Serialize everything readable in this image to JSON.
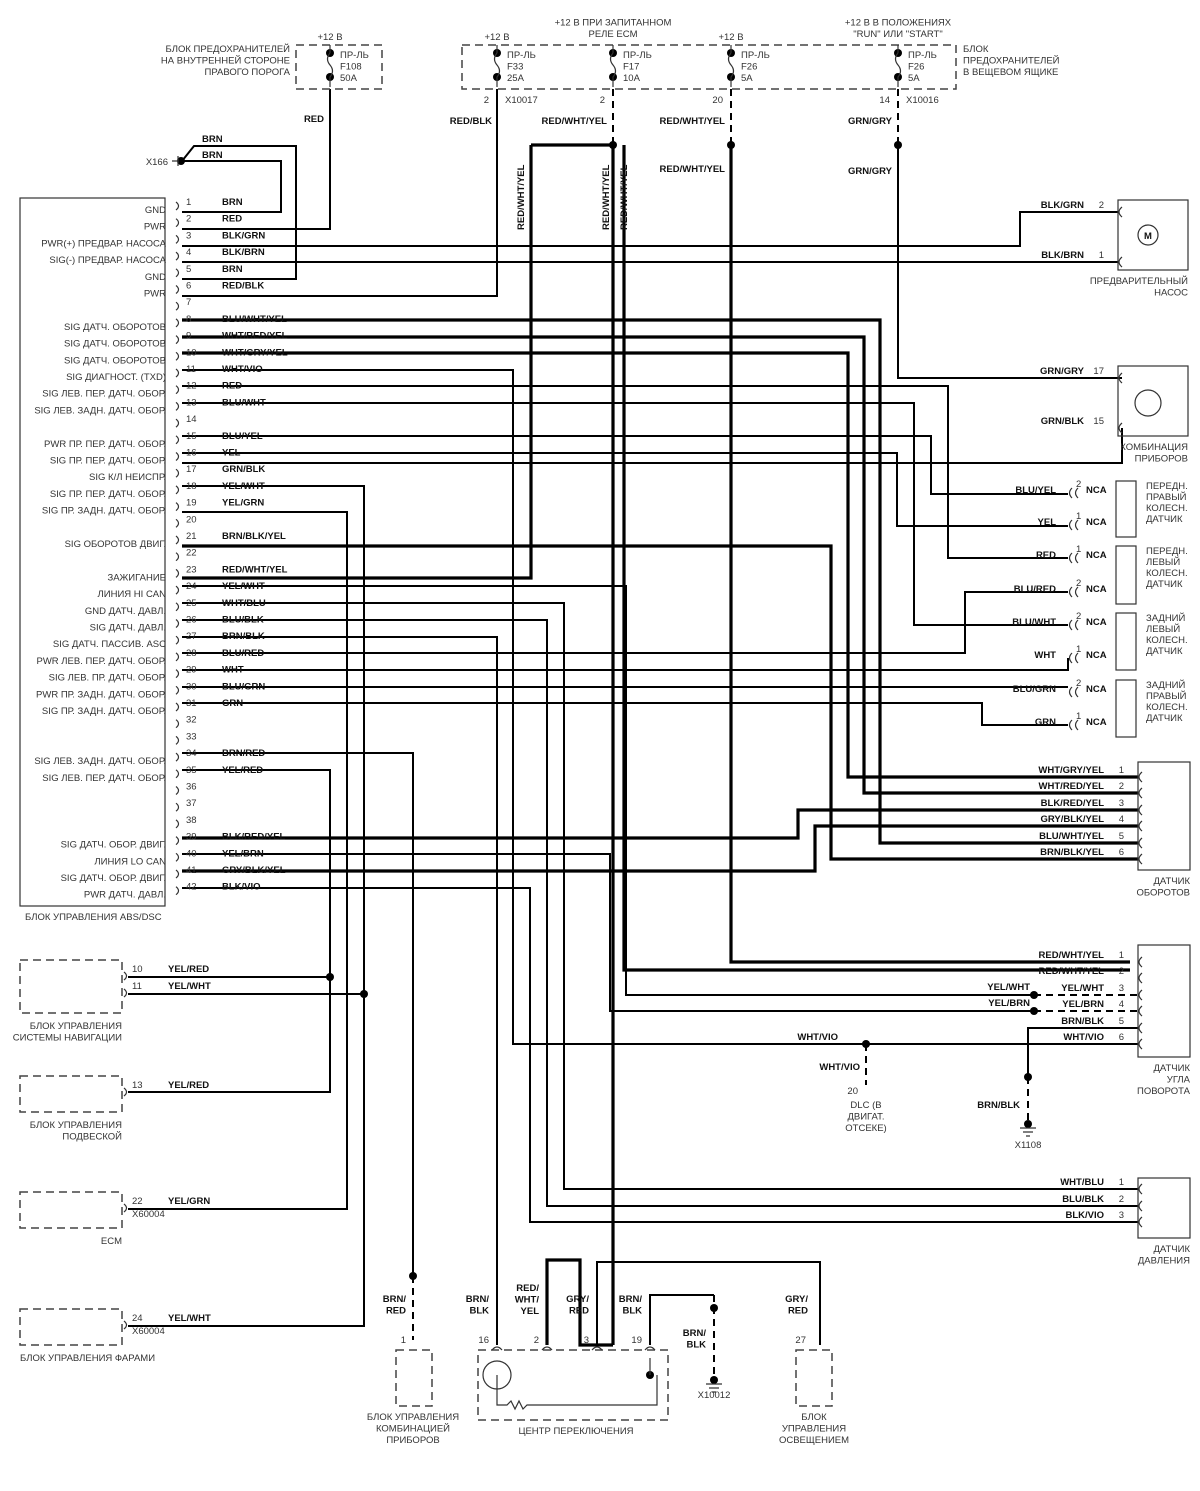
{
  "top_supplies": {
    "fuse_f108": {
      "supply": "+12 В",
      "label": "ПР-ЛЬ",
      "id": "F108",
      "rating": "50A",
      "wire": "RED",
      "block": [
        "БЛОК ПРЕДОХРАНИТЕЛЕЙ",
        "НА ВНУТРЕННЕЙ СТОРОНЕ",
        "ПРАВОГО ПОРОГА"
      ]
    },
    "fuse_f33": {
      "supply": "+12 В",
      "label": "ПР-ЛЬ",
      "id": "F33",
      "rating": "25A",
      "pin": "2",
      "connector": "X10017",
      "wire": "RED/BLK"
    },
    "fuse_f17": {
      "supply": [
        "+12 В ПРИ  ЗАПИТАННОМ",
        "РЕЛЕ ECM"
      ],
      "label": "ПР-ЛЬ",
      "id": "F17",
      "rating": "10A",
      "pin": "2",
      "wire": "RED/WHT/YEL"
    },
    "fuse_f26a": {
      "supply": "+12 В",
      "label": "ПР-ЛЬ",
      "id": "F26",
      "rating": "5A",
      "pin": "20",
      "wire": "RED/WHT/YEL",
      "wire2": "RED/WHT/YEL"
    },
    "fuse_f26b": {
      "supply": [
        "+12 В В ПОЛОЖЕНИЯХ",
        "\"RUN\" ИЛИ  \"START\""
      ],
      "label": "ПР-ЛЬ",
      "id": "F26",
      "rating": "5A",
      "pin": "14",
      "connector": "X10016",
      "wire": "GRN/GRY",
      "wire2": "GRN/GRY"
    },
    "glovebox_block": [
      "БЛОК",
      "ПРЕДОХРАНИТЕЛЕЙ",
      "В ВЕЩЕВОМ ЯЩИКЕ"
    ],
    "vertical_labels": [
      "RED/WHT/YEL",
      "RED/WHT/YEL",
      "RED/WHT/YEL"
    ]
  },
  "ground_x166": {
    "id": "X166",
    "wire1": "BRN",
    "wire2": "BRN"
  },
  "abs_module": {
    "title": "БЛОК УПРАВЛЕНИЯ ABS/DSC",
    "pins": [
      {
        "n": "1",
        "wire": "BRN",
        "func": "GND"
      },
      {
        "n": "2",
        "wire": "RED",
        "func": "PWR"
      },
      {
        "n": "3",
        "wire": "BLK/GRN",
        "func": "PWR(+) ПРЕДВАР. НАСОСА"
      },
      {
        "n": "4",
        "wire": "BLK/BRN",
        "func": "SIG(-) ПРЕДВАР. НАСОСА"
      },
      {
        "n": "5",
        "wire": "BRN",
        "func": "GND"
      },
      {
        "n": "6",
        "wire": "RED/BLK",
        "func": "PWR"
      },
      {
        "n": "7",
        "wire": "",
        "func": ""
      },
      {
        "n": "8",
        "wire": "BLU/WHT/YEL",
        "func": "SIG ДАТЧ. ОБОРОТОВ"
      },
      {
        "n": "9",
        "wire": "WHT/RED/YEL",
        "func": "SIG ДАТЧ. ОБОРОТОВ"
      },
      {
        "n": "10",
        "wire": "WHT/GRY/YEL",
        "func": "SIG ДАТЧ. ОБОРОТОВ"
      },
      {
        "n": "11",
        "wire": "WHT/VIO",
        "func": "SIG ДИАГНОСТ. (TXD)"
      },
      {
        "n": "12",
        "wire": "RED",
        "func": "SIG ЛЕВ. ПЕР. ДАТЧ. ОБОР."
      },
      {
        "n": "13",
        "wire": "BLU/WHT",
        "func": "SIG ЛЕВ. ЗАДН. ДАТЧ. ОБОР."
      },
      {
        "n": "14",
        "wire": "",
        "func": ""
      },
      {
        "n": "15",
        "wire": "BLU/YEL",
        "func": "PWR ПР. ПЕР. ДАТЧ. ОБОР."
      },
      {
        "n": "16",
        "wire": "YEL",
        "func": "SIG ПР. ПЕР. ДАТЧ. ОБОР."
      },
      {
        "n": "17",
        "wire": "GRN/BLK",
        "func": "SIG К/Л НЕИСПР."
      },
      {
        "n": "18",
        "wire": "YEL/WHT",
        "func": "SIG ПР. ПЕР. ДАТЧ. ОБОР."
      },
      {
        "n": "19",
        "wire": "YEL/GRN",
        "func": "SIG ПР. ЗАДН. ДАТЧ. ОБОР."
      },
      {
        "n": "20",
        "wire": "",
        "func": ""
      },
      {
        "n": "21",
        "wire": "BRN/BLK/YEL",
        "func": "SIG ОБОРОТОВ ДВИГ."
      },
      {
        "n": "22",
        "wire": "",
        "func": ""
      },
      {
        "n": "23",
        "wire": "RED/WHT/YEL",
        "func": "ЗАЖИГАНИЕ"
      },
      {
        "n": "24",
        "wire": "YEL/WHT",
        "func": "ЛИНИЯ HI CAN"
      },
      {
        "n": "25",
        "wire": "WHT/BLU",
        "func": "GND ДАТЧ. ДАВЛ."
      },
      {
        "n": "26",
        "wire": "BLU/BLK",
        "func": "SIG ДАТЧ. ДАВЛ."
      },
      {
        "n": "27",
        "wire": "BRN/BLK",
        "func": "SIG ДАТЧ. ПАССИВ. ASC"
      },
      {
        "n": "28",
        "wire": "BLU/RED",
        "func": "PWR ЛЕВ. ПЕР. ДАТЧ. ОБОР."
      },
      {
        "n": "29",
        "wire": "WHT",
        "func": "SIG ЛЕВ. ПР. ДАТЧ. ОБОР."
      },
      {
        "n": "30",
        "wire": "BLU/GRN",
        "func": "PWR ПР. ЗАДН. ДАТЧ. ОБОР."
      },
      {
        "n": "31",
        "wire": "GRN",
        "func": "SIG ПР. ЗАДН. ДАТЧ. ОБОР."
      },
      {
        "n": "32",
        "wire": "",
        "func": ""
      },
      {
        "n": "33",
        "wire": "",
        "func": ""
      },
      {
        "n": "34",
        "wire": "BRN/RED",
        "func": "SIG ЛЕВ. ЗАДН. ДАТЧ. ОБОР."
      },
      {
        "n": "35",
        "wire": "YEL/RED",
        "func": "SIG ЛЕВ. ПЕР. ДАТЧ. ОБОР."
      },
      {
        "n": "36",
        "wire": "",
        "func": ""
      },
      {
        "n": "37",
        "wire": "",
        "func": ""
      },
      {
        "n": "38",
        "wire": "",
        "func": ""
      },
      {
        "n": "39",
        "wire": "BLK/RED/YEL",
        "func": "SIG ДАТЧ. ОБОР. ДВИГ."
      },
      {
        "n": "40",
        "wire": "YEL/BRN",
        "func": "ЛИНИЯ LO CAN"
      },
      {
        "n": "41",
        "wire": "GRY/BLK/YEL",
        "func": "SIG ДАТЧ. ОБОР. ДВИГ."
      },
      {
        "n": "42",
        "wire": "BLK/VIO",
        "func": "PWR ДАТЧ. ДАВЛ."
      }
    ]
  },
  "pre_pump": {
    "title": [
      "ПРЕДВАРИТЕЛЬНЫЙ",
      "НАСОС"
    ],
    "symbol": "M",
    "pins": [
      {
        "n": "2",
        "wire": "BLK/GRN"
      },
      {
        "n": "1",
        "wire": "BLK/BRN"
      }
    ]
  },
  "instrument_cluster": {
    "title": [
      "КОМБИНАЦИЯ",
      "ПРИБОРОВ"
    ],
    "pins": [
      {
        "n": "17",
        "wire": "GRN/GRY"
      },
      {
        "n": "15",
        "wire": "GRN/BLK"
      }
    ]
  },
  "wheel_sensors": [
    {
      "title": [
        "ПЕРЕДН.",
        "ПРАВЫЙ",
        "КОЛЕСН.",
        "ДАТЧИК"
      ],
      "pins": [
        {
          "n": "2",
          "wire": "BLU/YEL",
          "conn": "NCA"
        },
        {
          "n": "1",
          "wire": "YEL",
          "conn": "NCA"
        }
      ]
    },
    {
      "title": [
        "ПЕРЕДН.",
        "ЛЕВЫЙ",
        "КОЛЕСН.",
        "ДАТЧИК"
      ],
      "pins": [
        {
          "n": "1",
          "wire": "RED",
          "conn": "NCA"
        },
        {
          "n": "2",
          "wire": "BLU/RED",
          "conn": "NCA"
        }
      ]
    },
    {
      "title": [
        "ЗАДНИЙ",
        "ЛЕВЫЙ",
        "КОЛЕСН.",
        "ДАТЧИК"
      ],
      "pins": [
        {
          "n": "2",
          "wire": "BLU/WHT",
          "conn": "NCA"
        },
        {
          "n": "1",
          "wire": "WHT",
          "conn": "NCA"
        }
      ]
    },
    {
      "title": [
        "ЗАДНИЙ",
        "ПРАВЫЙ",
        "КОЛЕСН.",
        "ДАТЧИК"
      ],
      "pins": [
        {
          "n": "2",
          "wire": "BLU/GRN",
          "conn": "NCA"
        },
        {
          "n": "1",
          "wire": "GRN",
          "conn": "NCA"
        }
      ]
    }
  ],
  "speed_sensor": {
    "title": [
      "ДАТЧИК",
      "ОБОРОТОВ"
    ],
    "pins": [
      {
        "n": "1",
        "wire": "WHT/GRY/YEL"
      },
      {
        "n": "2",
        "wire": "WHT/RED/YEL"
      },
      {
        "n": "3",
        "wire": "BLK/RED/YEL"
      },
      {
        "n": "4",
        "wire": "GRY/BLK/YEL"
      },
      {
        "n": "5",
        "wire": "BLU/WHT/YEL"
      },
      {
        "n": "6",
        "wire": "BRN/BLK/YEL"
      }
    ]
  },
  "steering_sensor": {
    "title": [
      "ДАТЧИК",
      "УГЛА",
      "ПОВОРОТА"
    ],
    "pins": [
      {
        "n": "1",
        "wire": "RED/WHT/YEL"
      },
      {
        "n": "2",
        "wire": "RED/WHT/YEL"
      },
      {
        "n": "3",
        "wire": "YEL/WHT"
      },
      {
        "n": "4",
        "wire": "YEL/BRN"
      },
      {
        "n": "5",
        "wire": "BRN/BLK"
      },
      {
        "n": "6",
        "wire": "WHT/VIO"
      }
    ],
    "left_labels": [
      "YEL/WHT",
      "YEL/BRN"
    ]
  },
  "dlc": {
    "wire_h": "WHT/VIO",
    "wire_v": "WHT/VIO",
    "pin": "20",
    "title": [
      "DLC (В",
      "ДВИГАТ.",
      "ОТСЕКЕ)"
    ]
  },
  "ground_x1108": {
    "id": "X1108",
    "wire": "BRN/BLK"
  },
  "pressure_sensor": {
    "title": [
      "ДАТЧИК",
      "ДАВЛЕНИЯ"
    ],
    "pins": [
      {
        "n": "1",
        "wire": "WHT/BLU"
      },
      {
        "n": "2",
        "wire": "BLU/BLK"
      },
      {
        "n": "3",
        "wire": "BLK/VIO"
      }
    ]
  },
  "nav_module": {
    "title": [
      "БЛОК УПРАВЛЕНИЯ",
      "СИСТЕМЫ НАВИГАЦИИ"
    ],
    "pins": [
      {
        "n": "10",
        "wire": "YEL/RED"
      },
      {
        "n": "11",
        "wire": "YEL/WHT"
      }
    ]
  },
  "susp_module": {
    "title": [
      "БЛОК УПРАВЛЕНИЯ",
      "ПОДВЕСКОЙ"
    ],
    "pins": [
      {
        "n": "13",
        "wire": "YEL/RED"
      }
    ]
  },
  "ecm": {
    "title": [
      "ECM"
    ],
    "pins": [
      {
        "n": "22",
        "wire": "YEL/GRN"
      }
    ],
    "connector": "X60004"
  },
  "headlight_module": {
    "title": [
      "БЛОК УПРАВЛЕНИЯ ФАРАМИ"
    ],
    "pins": [
      {
        "n": "24",
        "wire": "YEL/WHT"
      }
    ],
    "connector": "X60004"
  },
  "cluster_ctrl": {
    "title": [
      "БЛОК УПРАВЛЕНИЯ",
      "КОМБИНАЦИЕЙ",
      "ПРИБОРОВ"
    ],
    "pin": "1",
    "wire": [
      "BRN/",
      "RED"
    ]
  },
  "switch_center": {
    "title": [
      "ЦЕНТР ПЕРЕКЛЮЧЕНИЯ"
    ],
    "pins": [
      {
        "n": "16",
        "wire": [
          "BRN/",
          "BLK"
        ]
      },
      {
        "n": "2",
        "wire": [
          "RED/",
          "WHT/",
          "YEL"
        ]
      },
      {
        "n": "3",
        "wire": [
          "GRY/",
          "RED"
        ]
      },
      {
        "n": "19",
        "wire": [
          "BRN/",
          "BLK"
        ]
      }
    ]
  },
  "ground_x10012": {
    "id": "X10012",
    "wire": [
      "BRN/",
      "BLK"
    ]
  },
  "lighting_module": {
    "title": [
      "БЛОК",
      "УПРАВЛЕНИЯ",
      "ОСВЕЩЕНИЕМ"
    ],
    "pin": "27",
    "wire": [
      "GRY/",
      "RED"
    ]
  }
}
